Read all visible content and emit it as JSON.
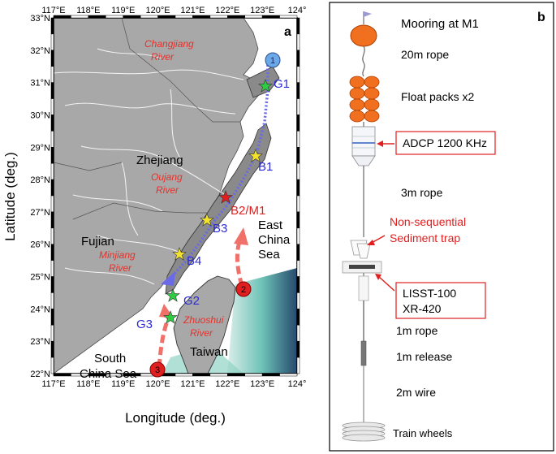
{
  "map": {
    "panel_label": "a",
    "x_axis_label": "Longitude (deg.)",
    "y_axis_label": "Latitude (deg.)",
    "lon_ticks": [
      "117°E",
      "118°E",
      "119°E",
      "120°E",
      "121°E",
      "122°E",
      "123°E",
      "124°"
    ],
    "lat_ticks": [
      "33°N",
      "32°N",
      "31°N",
      "30°N",
      "29°N",
      "28°N",
      "27°N",
      "26°N",
      "25°N",
      "24°N",
      "23°N",
      "22°N"
    ],
    "province_labels": {
      "zhejiang": "Zhejiang",
      "fujian": "Fujian",
      "taiwan": "Taiwan"
    },
    "river_labels": {
      "changjiang": [
        "Changjiang",
        "River"
      ],
      "oujang": [
        "Oujang",
        "River"
      ],
      "minjiang": [
        "Minjiang",
        "River"
      ],
      "zhuoshui": [
        "Zhuoshui",
        "River"
      ]
    },
    "sea_labels": {
      "east_china": [
        "East",
        "China",
        "Sea"
      ],
      "south_china": [
        "South",
        "China Sea"
      ]
    },
    "stations": {
      "g1": "G1",
      "b1": "B1",
      "b2": "B2/M1",
      "b3": "B3",
      "b4": "B4",
      "g2": "G2",
      "g3": "G3"
    },
    "circle_markers": {
      "c1": "1",
      "c2": "2",
      "c3": "3"
    },
    "colors": {
      "land": "#a8a8a8",
      "study_region": "#8a8a8a",
      "river": "#f5f5f5",
      "station_label": "#2b2bd6",
      "river_label": "#e8302a",
      "green_star": "#2ecc40",
      "yellow_star": "#f2e22e",
      "red_star": "#e02020",
      "current_red": "#f0706a",
      "current_blue": "#6a6ae8"
    }
  },
  "mooring": {
    "panel_label": "b",
    "title": "Mooring at M1",
    "labels": {
      "rope20": "20m rope",
      "float_packs": "Float packs x2",
      "adcp": "ADCP 1200 KHz",
      "rope3": "3m rope",
      "trap": [
        "Non-sequential",
        "Sediment trap"
      ],
      "lisst": [
        "LISST-100",
        "XR-420"
      ],
      "rope1": "1m rope",
      "release": "1m release",
      "wire": "2m wire",
      "wheels": "Train wheels"
    },
    "colors": {
      "float": "#f07020",
      "callout": "#e02020"
    }
  }
}
